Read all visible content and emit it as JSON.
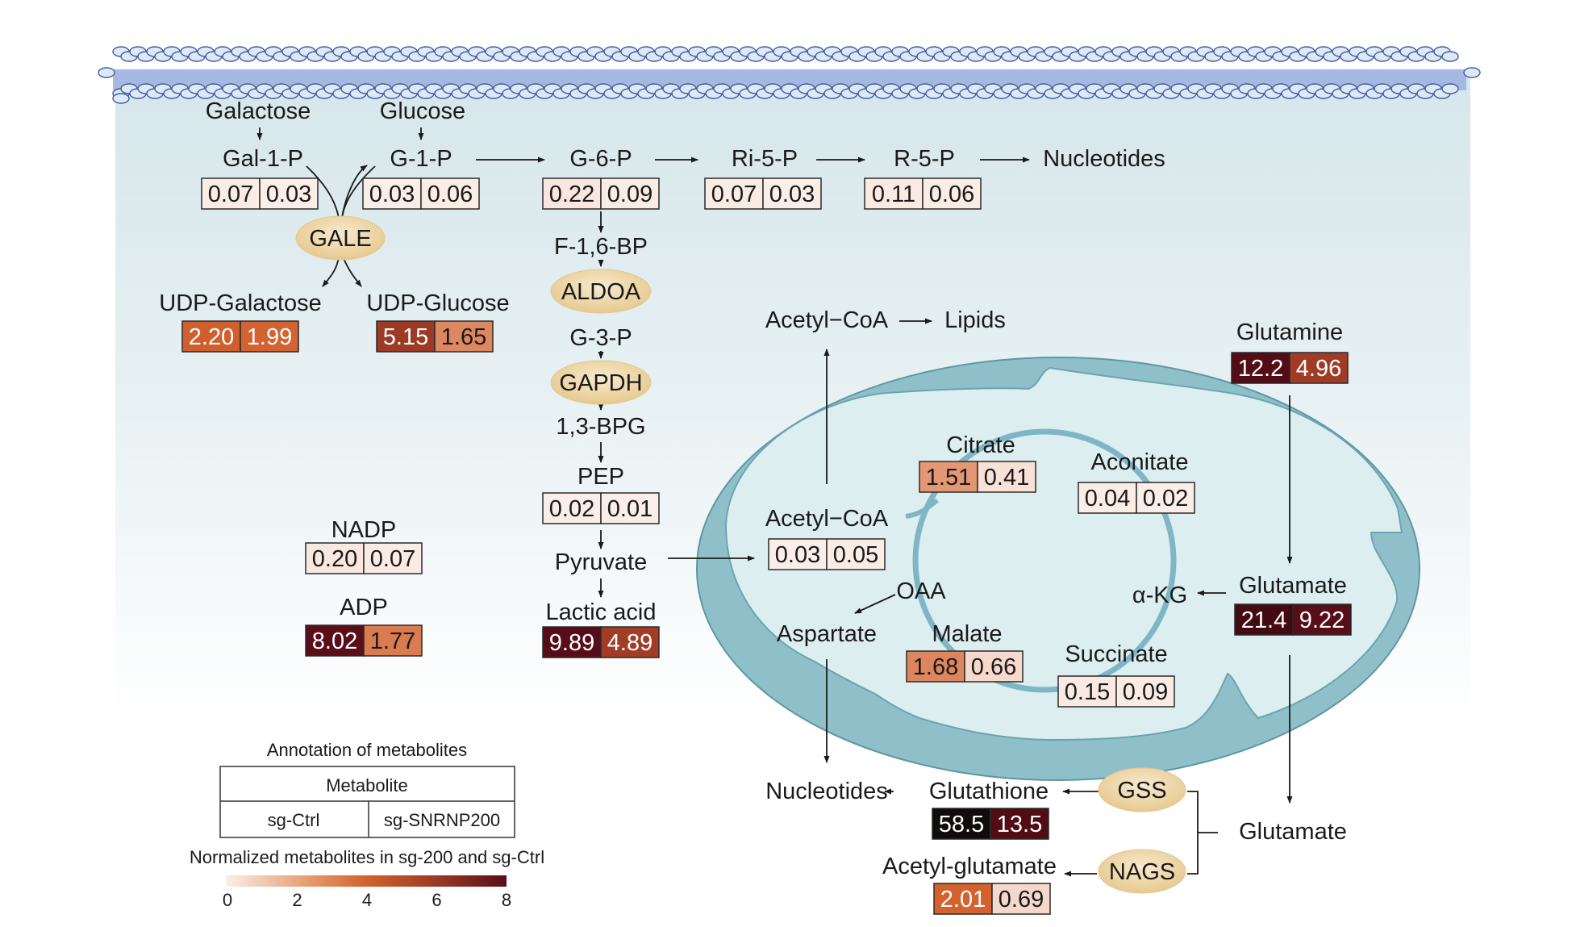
{
  "labels": {
    "galactose": "Galactose",
    "glucose": "Glucose",
    "gal1p": "Gal-1-P",
    "g1p": "G-1-P",
    "g6p": "G-6-P",
    "ri5p": "Ri-5-P",
    "r5p": "R-5-P",
    "nucleotides_top": "Nucleotides",
    "udp_galactose": "UDP-Galactose",
    "udp_glucose": "UDP-Glucose",
    "f16bp": "F-1,6-BP",
    "g3p": "G-3-P",
    "bpg13": "1,3-BPG",
    "pep": "PEP",
    "pyruvate": "Pyruvate",
    "lactic_acid": "Lactic acid",
    "nadp": "NADP",
    "adp": "ADP",
    "acetylcoa_lipids": "Acetyl−CoA",
    "lipids": "Lipids",
    "glutamine": "Glutamine",
    "citrate": "Citrate",
    "aconitate": "Aconitate",
    "acetylcoa_mito": "Acetyl−CoA",
    "oaa": "OAA",
    "akg": "α-KG",
    "glutamate_mito": "Glutamate",
    "aspartate": "Aspartate",
    "malate": "Malate",
    "succinate": "Succinate",
    "nucleotides_bottom": "Nucleotides",
    "glutathione": "Glutathione",
    "acetyl_glutamate": "Acetyl-glutamate",
    "glutamate_bottom": "Glutamate"
  },
  "enzymes": {
    "gale": "GALE",
    "aldoa": "ALDOA",
    "gapdh": "GAPDH",
    "gss": "GSS",
    "nags": "NAGS"
  },
  "values": {
    "gal1p": [
      "0.07",
      "0.03"
    ],
    "g1p": [
      "0.03",
      "0.06"
    ],
    "g6p": [
      "0.22",
      "0.09"
    ],
    "ri5p": [
      "0.07",
      "0.03"
    ],
    "r5p": [
      "0.11",
      "0.06"
    ],
    "udp_galactose": [
      "2.20",
      "1.99"
    ],
    "udp_glucose": [
      "5.15",
      "1.65"
    ],
    "pep": [
      "0.02",
      "0.01"
    ],
    "lactic_acid": [
      "9.89",
      "4.89"
    ],
    "nadp": [
      "0.20",
      "0.07"
    ],
    "adp": [
      "8.02",
      "1.77"
    ],
    "glutamine": [
      "12.2",
      "4.96"
    ],
    "citrate": [
      "1.51",
      "0.41"
    ],
    "aconitate": [
      "0.04",
      "0.02"
    ],
    "acetylcoa_mito": [
      "0.03",
      "0.05"
    ],
    "glutamate_mito": [
      "21.4",
      "9.22"
    ],
    "malate": [
      "1.68",
      "0.66"
    ],
    "succinate": [
      "0.15",
      "0.09"
    ],
    "glutathione": [
      "58.5",
      "13.5"
    ],
    "acetyl_glutamate": [
      "2.01",
      "0.69"
    ]
  },
  "legend": {
    "annotation_title": "Annotation of metabolites",
    "metabolite": "Metabolite",
    "sg_ctrl": "sg-Ctrl",
    "sg_snrnp200": "sg-SNRNP200",
    "scale_title": "Normalized metabolites in sg-200 and sg-Ctrl",
    "ticks": [
      "0",
      "2",
      "4",
      "6",
      "8"
    ]
  },
  "colors": {
    "membrane_fill": "#9fb3e0",
    "membrane_stroke": "#3d5fa0",
    "cytoplasm": "#dbe9ec",
    "mitochondrion": "#8fc0c9",
    "mito_matrix": "#ddeef0",
    "tca_ring": "#7fb6c6",
    "enzyme": "#efd9a9",
    "scale_low": "#fbeee8",
    "scale_mid": "#d2622f",
    "scale_high": "#5a0e1a",
    "scale_max": "#111111"
  }
}
